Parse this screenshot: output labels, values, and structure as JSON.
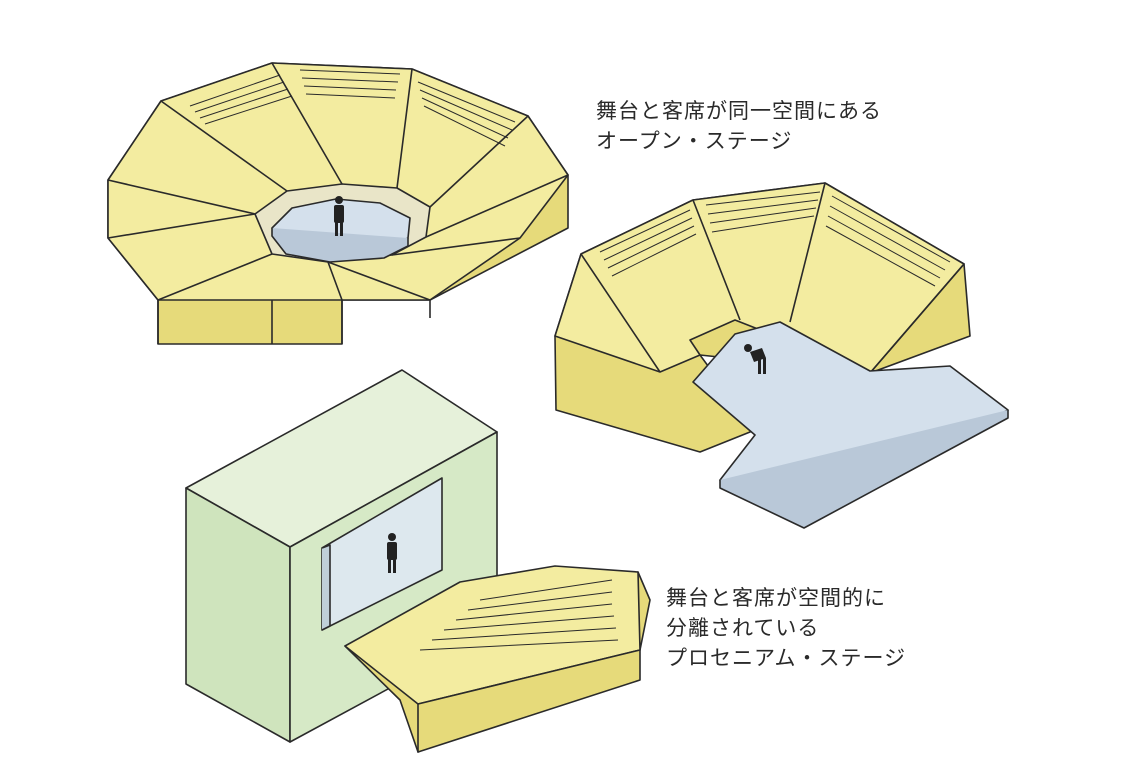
{
  "open_stage_caption": {
    "line1": "舞台と客席が同一空間にある",
    "line2": "オープン・ステージ"
  },
  "proscenium_stage_caption": {
    "line1": "舞台と客席が空間的に",
    "line2": "分離されている",
    "line3": "プロセニアム・ステージ"
  },
  "colors": {
    "seating_top": "#f3eca0",
    "seating_side": "#e6da7a",
    "stage": "#d4e0ec",
    "stage_edge": "#b9c8d8",
    "proscenium_box": "#d6e9c6",
    "outline": "#2a2a2a"
  }
}
